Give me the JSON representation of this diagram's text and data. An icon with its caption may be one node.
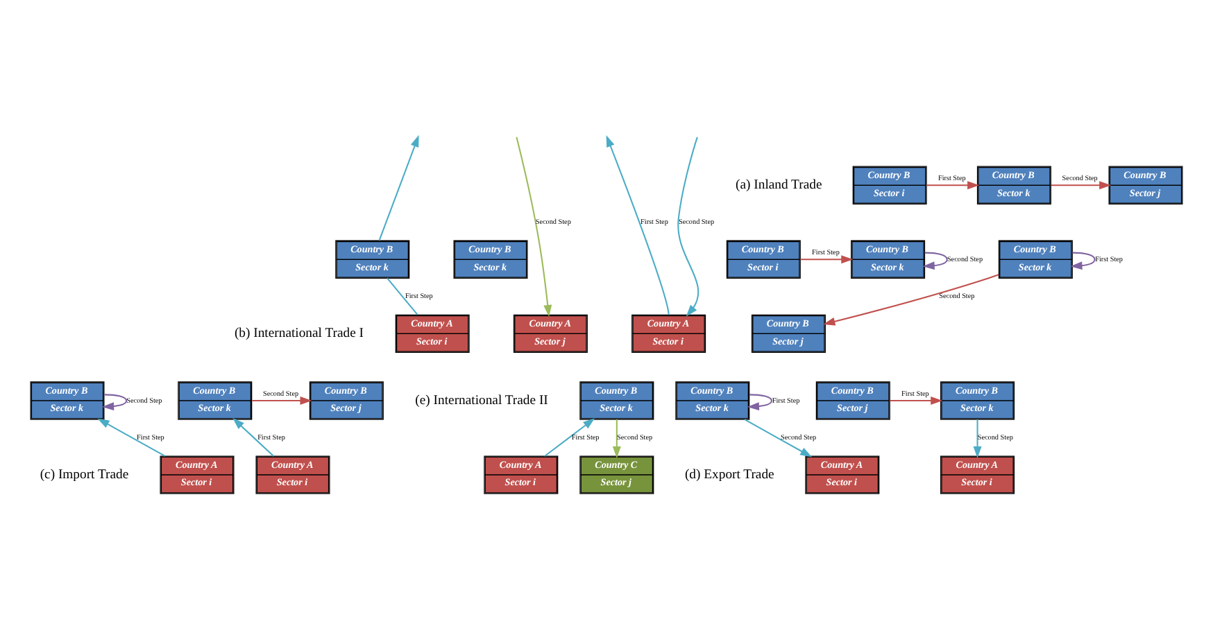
{
  "diagram": {
    "nodes": [
      {
        "text": [
          "Country B",
          "Sector i"
        ]
      },
      {
        "text": [
          "Country B",
          "Sector k"
        ]
      },
      {
        "text": [
          "Country B",
          "Sector j"
        ]
      },
      {
        "text": [
          "Country B",
          "Sector i"
        ]
      },
      {
        "text": [
          "Country B",
          "Sector k"
        ]
      },
      {
        "text": [
          "Country B",
          "Sector k"
        ]
      },
      {
        "text": [
          "Country B",
          "Sector j"
        ]
      },
      {
        "text": [
          "Country B",
          "Sector k"
        ]
      },
      {
        "text": [
          "Country B",
          "Sector k"
        ]
      },
      {
        "text": [
          "Country A",
          "Sector i"
        ]
      },
      {
        "text": [
          "Country A",
          "Sector j"
        ]
      },
      {
        "text": [
          "Country A",
          "Sector i"
        ]
      },
      {
        "text": [
          "Country B",
          "Sector k"
        ]
      },
      {
        "text": [
          "Country B",
          "Sector j"
        ]
      },
      {
        "text": [
          "Country A",
          "Sector i"
        ]
      },
      {
        "text": [
          "Country B",
          "Sector k"
        ]
      },
      {
        "text": [
          "Country A",
          "Sector i"
        ]
      },
      {
        "text": [
          "Country B",
          "Sector k"
        ]
      },
      {
        "text": [
          "Country B",
          "Sector j"
        ]
      },
      {
        "text": [
          "Country A",
          "Sector i"
        ]
      },
      {
        "text": [
          "Country B",
          "Sector k"
        ]
      },
      {
        "text": [
          "Country A",
          "Sector i"
        ]
      },
      {
        "text": [
          "Country B",
          "Sector k"
        ]
      },
      {
        "text": [
          "Country A",
          "Sector i"
        ]
      },
      {
        "text": [
          "Country C",
          "Sector j"
        ]
      }
    ],
    "edges": [
      {
        "from": 0,
        "to": 1,
        "arrow": "to",
        "label": "First Step",
        "color": "#c0504d"
      },
      {
        "from": 1,
        "to": 2,
        "arrow": "to",
        "label": "Second Step",
        "color": "#c0504d"
      },
      {
        "from": 3,
        "to": 4,
        "arrow": "to",
        "label": "First Step",
        "color": "#c0504d"
      },
      {
        "from": 4,
        "to": 4,
        "arrow": "to",
        "label": "Second Step",
        "color": "#8064a2"
      },
      {
        "from": 5,
        "to": 5,
        "arrow": "to",
        "label": "First Step",
        "color": "#8064a2"
      },
      {
        "from": 5,
        "to": 6,
        "arrow": "to",
        "label": "Second Step",
        "color": "#c0504d"
      },
      {
        "from": 9,
        "to": 7,
        "arrow": "none",
        "label": "First Step"
      },
      {
        "from": 7,
        "to": null,
        "arrow": "to"
      },
      {
        "from": null,
        "to": 10,
        "arrow": "to",
        "label": "Second Step",
        "color": "#9bbb59"
      },
      {
        "from": 11,
        "to": null,
        "arrow": "to",
        "label": "First Step"
      },
      {
        "from": null,
        "to": 11,
        "arrow": "to",
        "label": "Second Step"
      },
      {
        "from": 14,
        "to": 12,
        "arrow": "to",
        "label": "First Step"
      },
      {
        "from": 12,
        "to": 13,
        "arrow": "to",
        "label": "Second Step",
        "color": "#c0504d"
      },
      {
        "from": 16,
        "to": 15,
        "arrow": "to",
        "label": "First Step"
      },
      {
        "from": 15,
        "to": 15,
        "arrow": "to",
        "label": "Second Step",
        "color": "#8064a2"
      },
      {
        "from": 18,
        "to": 17,
        "arrow": "to",
        "label": "First Step",
        "color": "#c0504d"
      },
      {
        "from": 17,
        "to": 19,
        "arrow": "to",
        "label": "Second Step"
      },
      {
        "from": 20,
        "to": 20,
        "arrow": "to",
        "label": "First Step",
        "color": "#8064a2"
      },
      {
        "from": 20,
        "to": 21,
        "arrow": "to",
        "label": "Second Step"
      },
      {
        "from": 23,
        "to": 22,
        "arrow": "to",
        "label": "First Step"
      },
      {
        "from": 22,
        "to": 24,
        "arrow": "to",
        "label": "Second Step",
        "color": "#9bbb59"
      }
    ],
    "labels": [
      "(a) Inland Trade",
      "(b) International Trade I",
      "(c) Import Trade",
      "(d) Export Trade",
      "(e) International Trade II"
    ]
  }
}
